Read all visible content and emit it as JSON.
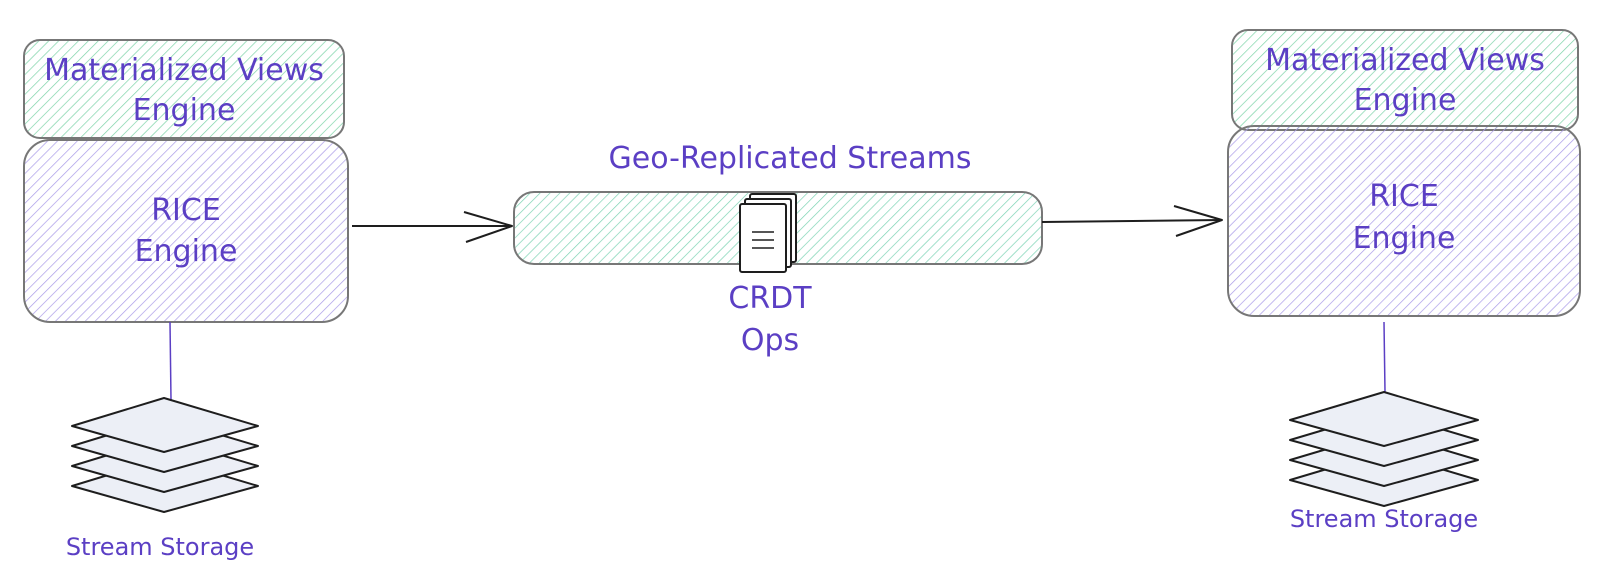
{
  "left_node": {
    "views_line1": "Materialized Views",
    "views_line2": "Engine",
    "rice_line1": "RICE",
    "rice_line2": "Engine",
    "storage_label": "Stream Storage"
  },
  "stream": {
    "title": "Geo-Replicated Streams",
    "ops_line1": "CRDT",
    "ops_line2": "Ops"
  },
  "right_node": {
    "views_line1": "Materialized Views",
    "views_line2": "Engine",
    "rice_line1": "RICE",
    "rice_line2": "Engine",
    "storage_label": "Stream Storage"
  },
  "colors": {
    "text": "#5b3fc4",
    "views_hatch": "#7dd3a8",
    "rice_hatch": "#a99be8",
    "stream_hatch": "#7dd3b4",
    "outline": "#777777",
    "edge": "#1e1e1e",
    "link": "#5b3fc4",
    "layer_fill": "#eceff6"
  },
  "icons": [
    "document-stack-icon",
    "stacked-layers-icon"
  ]
}
